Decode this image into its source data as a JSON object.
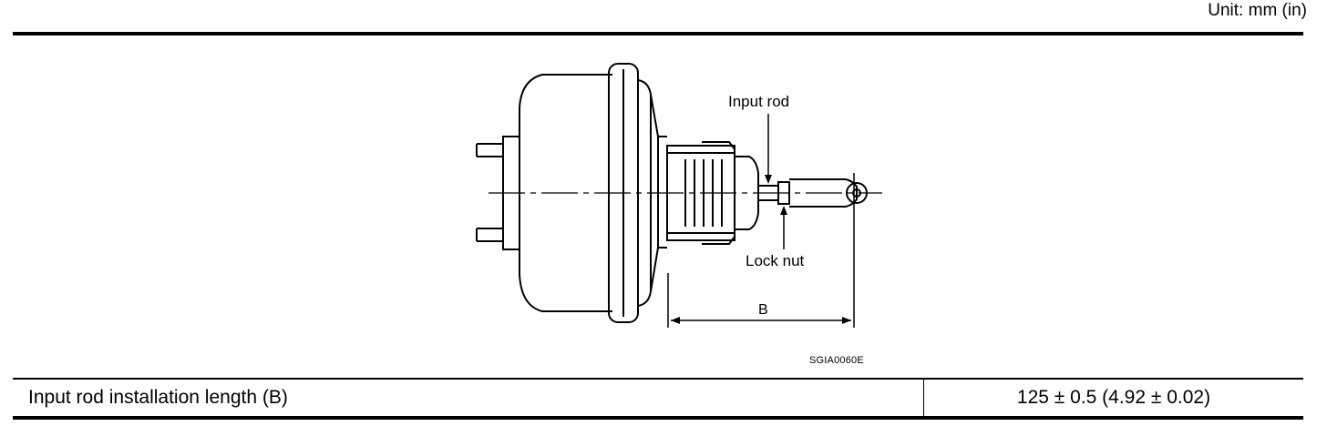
{
  "header": {
    "unit_label": "Unit: mm (in)"
  },
  "figure": {
    "labels": {
      "input_rod": "Input rod",
      "lock_nut": "Lock nut",
      "dimension": "B"
    },
    "code": "SGIA0060E"
  },
  "spec": {
    "item": "Input rod installation length (B)",
    "value": "125 ± 0.5 (4.92 ± 0.02)"
  }
}
